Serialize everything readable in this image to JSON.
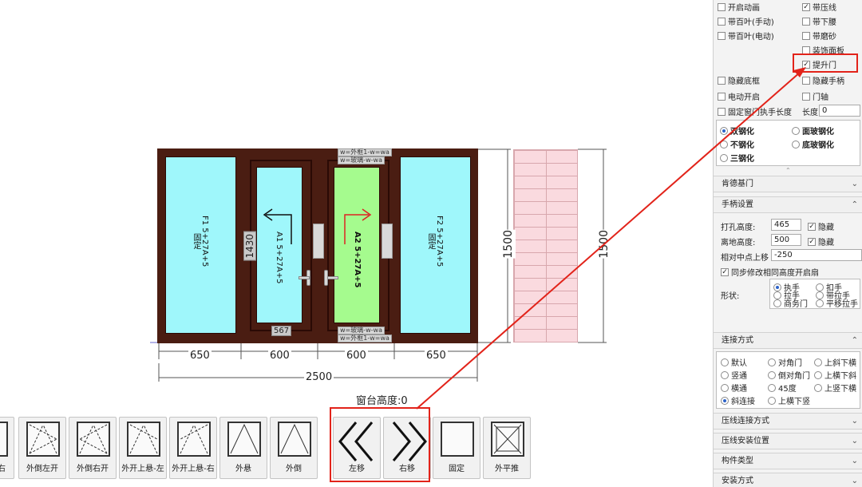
{
  "drawing": {
    "panes": {
      "f1": "F1  5+27A+5",
      "f1_sub": "固定",
      "a1": "A1  5+27A+5",
      "a2": "A2  5+27A+5",
      "f2": "F2  5+27A+5",
      "f2_sub": "固定"
    },
    "dims": {
      "seg1": "650",
      "seg2": "600",
      "seg3": "600",
      "seg4": "650",
      "total": "2500",
      "height_left": "1500",
      "height_right": "1500",
      "sash_height": "1430",
      "sash_width": "567"
    },
    "tags": {
      "top1": "w=外框1-w=wa",
      "top2": "w=玻璃-w-wa",
      "bottom1": "w=玻璃-w-wa",
      "bottom2": "w=外框1-w=wa"
    },
    "sill_label": "窗台高度:0"
  },
  "toolbar": [
    {
      "label": "右",
      "icon": "partial-icon"
    },
    {
      "label": "外倒左开",
      "icon": "tilt-left-open-icon"
    },
    {
      "label": "外倒右开",
      "icon": "tilt-right-open-icon"
    },
    {
      "label": "外开上悬-左",
      "icon": "top-hung-left-icon"
    },
    {
      "label": "外开上悬-右",
      "icon": "top-hung-right-icon"
    },
    {
      "label": "外悬",
      "icon": "awning-icon"
    },
    {
      "label": "外倒",
      "icon": "hopper-icon"
    },
    {
      "label": "左移",
      "icon": "chevron-double-left-icon"
    },
    {
      "label": "右移",
      "icon": "chevron-double-right-icon"
    },
    {
      "label": "固定",
      "icon": "fixed-pane-icon"
    },
    {
      "label": "外平推",
      "icon": "parallel-push-icon"
    }
  ],
  "panel": {
    "options": [
      {
        "label": "开启动画",
        "checked": false
      },
      {
        "label": "带压线",
        "checked": true
      },
      {
        "label": "带百叶(手动)",
        "checked": false
      },
      {
        "label": "带下腰",
        "checked": false
      },
      {
        "label": "带百叶(电动)",
        "checked": false
      },
      {
        "label": "带磨砂",
        "checked": false
      },
      {
        "label": "装饰面板",
        "checked": false
      },
      {
        "label": "提升门",
        "checked": true
      },
      {
        "label": "隐藏底框",
        "checked": false
      },
      {
        "label": "隐藏手柄",
        "checked": false
      },
      {
        "label": "电动开启",
        "checked": false
      },
      {
        "label": "门轴",
        "checked": false
      },
      {
        "label": "固定窗门执手长度",
        "checked": false
      }
    ],
    "length_label": "长度",
    "length_value": "0",
    "glass": {
      "items": [
        "双钢化",
        "面玻钢化",
        "不钢化",
        "底玻钢化",
        "三钢化"
      ],
      "selected": "双钢化"
    },
    "sections": {
      "kender": "肯德基门",
      "handle": "手柄设置",
      "connect": "连接方式",
      "press_connect": "压线连接方式",
      "press_pos": "压线安装位置",
      "part_type": "构件类型",
      "install": "安装方式"
    },
    "handle": {
      "hole_label": "打孔高度:",
      "hole_value": "465",
      "hole_hide": "隐藏",
      "ground_label": "离地高度:",
      "ground_value": "500",
      "ground_hide": "隐藏",
      "offset_label": "相对中点上移",
      "offset_value": "-250",
      "sync_label": "同步修改相同高度开启扇",
      "shape_label": "形状:",
      "shapes": [
        "执手",
        "扣手",
        "拉手",
        "带拉手",
        "商务门",
        "平移拉手"
      ],
      "selected_shape": "执手"
    },
    "connect": {
      "items": [
        "默认",
        "对角门",
        "上斜下横",
        "竖通",
        "倒对角门",
        "上横下斜",
        "横通",
        "45度",
        "上竖下横",
        "斜连接",
        "上横下竖"
      ],
      "selected": "斜连接"
    }
  },
  "colors": {
    "frame": "#4a1d12",
    "glass": "#9ff7fb",
    "glass_active": "#a5fb8e",
    "highlight": "#e2231a",
    "wall": "#fadadf"
  }
}
